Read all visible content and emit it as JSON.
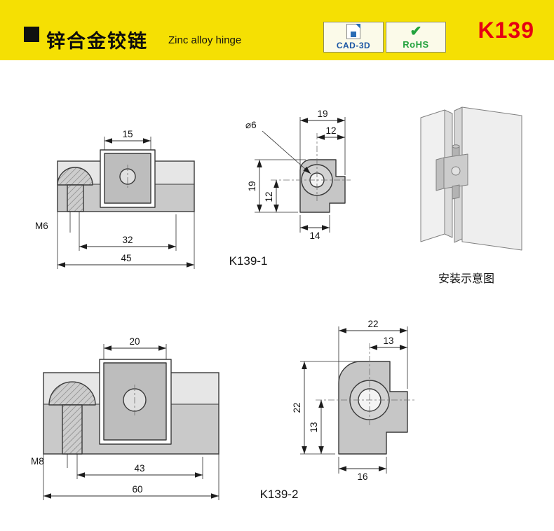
{
  "colors": {
    "header_yellow": "#F5E003",
    "part_number_red": "#E60012",
    "cad_blue": "#1A55A3",
    "rohs_green": "#23A23D"
  },
  "header": {
    "title_zh": "锌合金铰链",
    "title_en": "Zinc alloy hinge",
    "cad_badge": "CAD-3D",
    "rohs_badge": "RoHS",
    "part_number": "K139"
  },
  "k139_1": {
    "label": "K139-1",
    "front_dims": {
      "slot_width": "15",
      "thread": "M6",
      "hole_spacing": "32",
      "overall_width": "45"
    },
    "side_dims": {
      "hole_dia": "⌀6",
      "overall_width": "19",
      "center_offset_x": "12",
      "overall_height": "19",
      "center_offset_y": "12",
      "base_width": "14"
    }
  },
  "k139_2": {
    "label": "K139-2",
    "front_dims": {
      "slot_width": "20",
      "thread": "M8",
      "hole_spacing": "43",
      "overall_width": "60"
    },
    "side_dims": {
      "overall_width": "22",
      "center_offset_x": "13",
      "overall_height": "22",
      "center_offset_y": "13",
      "base_width": "16"
    }
  },
  "install": {
    "caption": "安装示意图"
  }
}
